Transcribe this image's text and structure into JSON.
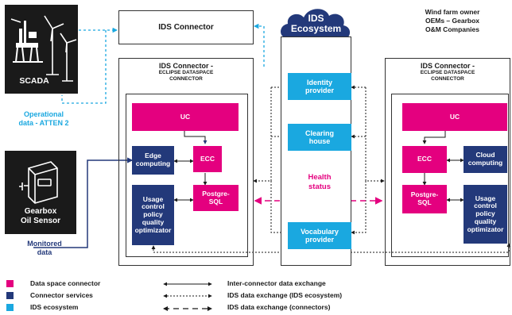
{
  "scada": {
    "label": "SCADA"
  },
  "gearbox": {
    "label_line1": "Gearbox",
    "label_line2": "Oil Sensor"
  },
  "operational": {
    "line1": "Operational",
    "line2": "data - ATTEN 2"
  },
  "monitored": {
    "line1": "Monitored",
    "line2": "data"
  },
  "top_connector": {
    "label": "IDS Connector"
  },
  "ecosystem": {
    "line1": "IDS",
    "line2": "Ecosystem"
  },
  "windfarm": {
    "line1": "Wind farm owner",
    "line2": "OEMs – Gearbox",
    "line3": "O&M Companies"
  },
  "left_connector": {
    "title": "IDS Connector -",
    "sub1": "ECLIPSE DATASPACE",
    "sub2": "CONNECTOR",
    "uc": "UC",
    "edge_line1": "Edge",
    "edge_line2": "computing",
    "ecc": "ECC",
    "usage_lines": [
      "Usage",
      "control",
      "policy",
      "quality",
      "optimizator"
    ],
    "postgre_line1": "Postgre-",
    "postgre_line2": "SQL"
  },
  "right_connector": {
    "title": "IDS Connector -",
    "sub1": "ECLIPSE DATASPACE",
    "sub2": "CONNECTOR",
    "uc": "UC",
    "ecc": "ECC",
    "cloud_line1": "Cloud",
    "cloud_line2": "computing",
    "postgre_line1": "Postgre-",
    "postgre_line2": "SQL",
    "usage_lines": [
      "Usage",
      "control",
      "policy",
      "quality",
      "optimizator"
    ]
  },
  "middle": {
    "identity_line1": "Identity",
    "identity_line2": "provider",
    "clearing_line1": "Clearing",
    "clearing_line2": "house",
    "health_line1": "Health",
    "health_line2": "status",
    "vocab_line1": "Vocabulary",
    "vocab_line2": "provider"
  },
  "legend": {
    "dsc": "Data space connector",
    "services": "Connector services",
    "ecosystem": "IDS ecosystem",
    "inter": "Inter-connector data exchange",
    "ids_eco": "IDS data exchange (IDS ecosystem)",
    "ids_conn": "IDS data exchange (connectors)"
  },
  "colors": {
    "magenta": "#e4007f",
    "navy": "#23397a",
    "cyan": "#1aa8e0",
    "black": "#1a1a1a"
  }
}
